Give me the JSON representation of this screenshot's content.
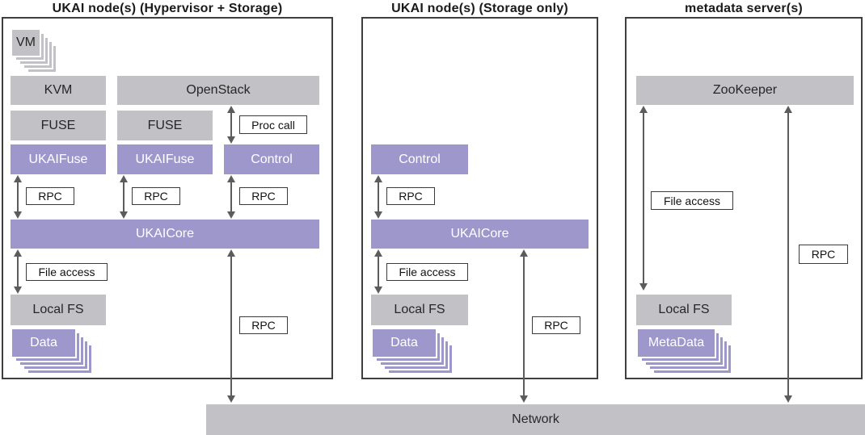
{
  "colors": {
    "purple": "#9d97cc",
    "gray": "#c2c2c6",
    "arrow": "#5c5c5c",
    "panel_border": "#3f3f3f",
    "label_border": "#3a3a3a"
  },
  "panel1": {
    "title": "UKAI node(s) (Hypervisor + Storage)",
    "vm": "VM",
    "kvm": "KVM",
    "openstack": "OpenStack",
    "fuse_left": "FUSE",
    "fuse_mid": "FUSE",
    "proc_call": "Proc call",
    "ukaifuse_left": "UKAIFuse",
    "ukaifuse_mid": "UKAIFuse",
    "control": "Control",
    "rpc_left": "RPC",
    "rpc_mid": "RPC",
    "rpc_right": "RPC",
    "ukaicore": "UKAICore",
    "file_access": "File access",
    "local_fs": "Local FS",
    "data": "Data",
    "rpc_network": "RPC"
  },
  "panel2": {
    "title": "UKAI node(s) (Storage only)",
    "control": "Control",
    "rpc": "RPC",
    "ukaicore": "UKAICore",
    "file_access": "File access",
    "local_fs": "Local FS",
    "data": "Data",
    "rpc_network": "RPC"
  },
  "panel3": {
    "title": "metadata server(s)",
    "zookeeper": "ZooKeeper",
    "file_access": "File access",
    "rpc": "RPC",
    "local_fs": "Local FS",
    "metadata": "MetaData"
  },
  "network": {
    "label": "Network"
  }
}
